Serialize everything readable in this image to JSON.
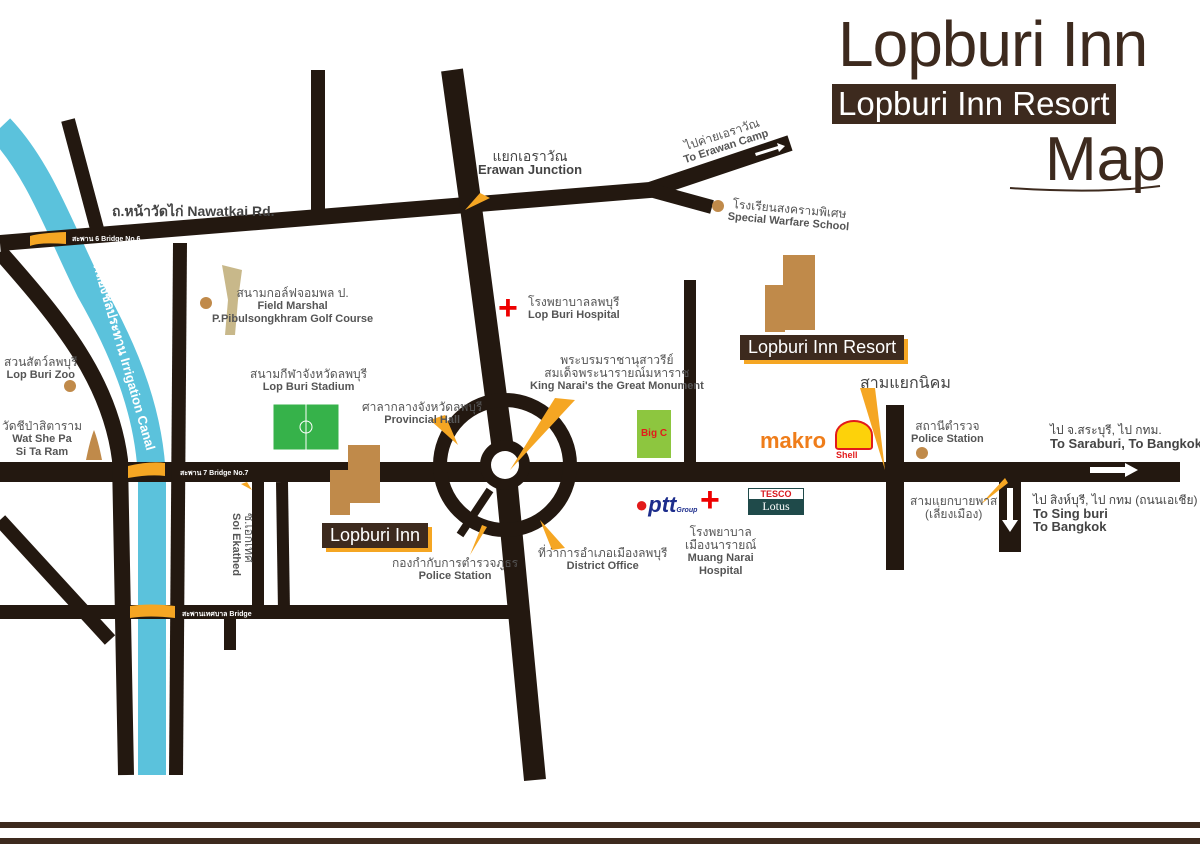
{
  "title": {
    "line1": "Lopburi Inn",
    "line2": "Lopburi Inn Resort",
    "line3": "Map"
  },
  "hotels": {
    "inn": "Lopburi Inn",
    "resort": "Lopburi Inn Resort"
  },
  "roads": {
    "nawatkai": "ถ.หน้าวัดไก่  Nawatkai Rd.",
    "bridge6": "สะพาน 6 Bridge No.6",
    "bridge7": "สะพาน 7 Bridge No.7",
    "bridge_muni": "สะพานเทศบาล Bridge",
    "soi_th": "ซ.เอกเทศ",
    "soi_en": "Soi Ekathed",
    "canal": "คลองชลประทาน Irrigation Canal"
  },
  "places": {
    "erawan_junction": {
      "th": "แยกเอราวัณ",
      "en": "Erawan Junction"
    },
    "erawan_camp": {
      "th": "ไปค่ายเอราวัณ",
      "en": "To Erawan Camp"
    },
    "warfare": {
      "th": "โรงเรียนสงครามพิเศษ",
      "en": "Special Warfare School"
    },
    "golf": {
      "th": "สนามกอล์ฟจอมพล ป.",
      "en1": "Field Marshal",
      "en2": "P.Pibulsongkhram Golf Course"
    },
    "hospital": {
      "th": "โรงพยาบาลลพบุรี",
      "en": "Lop Buri Hospital"
    },
    "zoo": {
      "th": "สวนสัตว์ลพบุรี",
      "en": "Lop Buri Zoo"
    },
    "wat": {
      "th": "วัดชีป่าสิตาราม",
      "en1": "Wat She Pa",
      "en2": "Si Ta Ram"
    },
    "stadium": {
      "th": "สนามกีฬาจังหวัดลพบุรี",
      "en": "Lop Buri Stadium"
    },
    "provincial": {
      "th": "ศาลากลางจังหวัดลพบุรี",
      "en": "Provincial Hall"
    },
    "monument": {
      "th1": "พระบรมราชานุสาวรีย์",
      "th2": "สมเด็จพระนารายณ์มหาราช",
      "en": "King Narai's the Great Monument"
    },
    "police1": {
      "th": "กองกำกับการตำรวจภูธร",
      "en": "Police Station"
    },
    "district": {
      "th": "ที่ว่าการอำเภอเมืองลพบุรี",
      "en": "District Office"
    },
    "muang_narai": {
      "th1": "โรงพยาบาล",
      "th2": "เมืองนารายณ์",
      "en1": "Muang Narai",
      "en2": "Hospital"
    },
    "sam_yaek": {
      "th": "สามแยกนิคม"
    },
    "police2": {
      "th": "สถานีตำรวจ",
      "en": "Police Station"
    },
    "bypass": {
      "th1": "สามแยกบายพาส",
      "th2": "(เลี่ยงเมือง)"
    },
    "saraburi": {
      "th": "ไป จ.สระบุรี, ไป กทม.",
      "en": "To Saraburi, To Bangkok"
    },
    "singburi": {
      "th": "ไป สิงห์บุรี, ไป กทม (ถนนเอเชีย)",
      "en1": "To Sing buri",
      "en2": "To Bangkok"
    }
  },
  "logos": {
    "makro": "makro",
    "shell": "Shell",
    "ptt": "ptt",
    "ptt_sub": "Group",
    "tesco": "TESCO",
    "lotus": "Lotus",
    "bigc": "Big C"
  },
  "colors": {
    "road": "#231810",
    "river": "#5bc2dc",
    "accent": "#f5a623",
    "brand": "#3d2a1e"
  }
}
